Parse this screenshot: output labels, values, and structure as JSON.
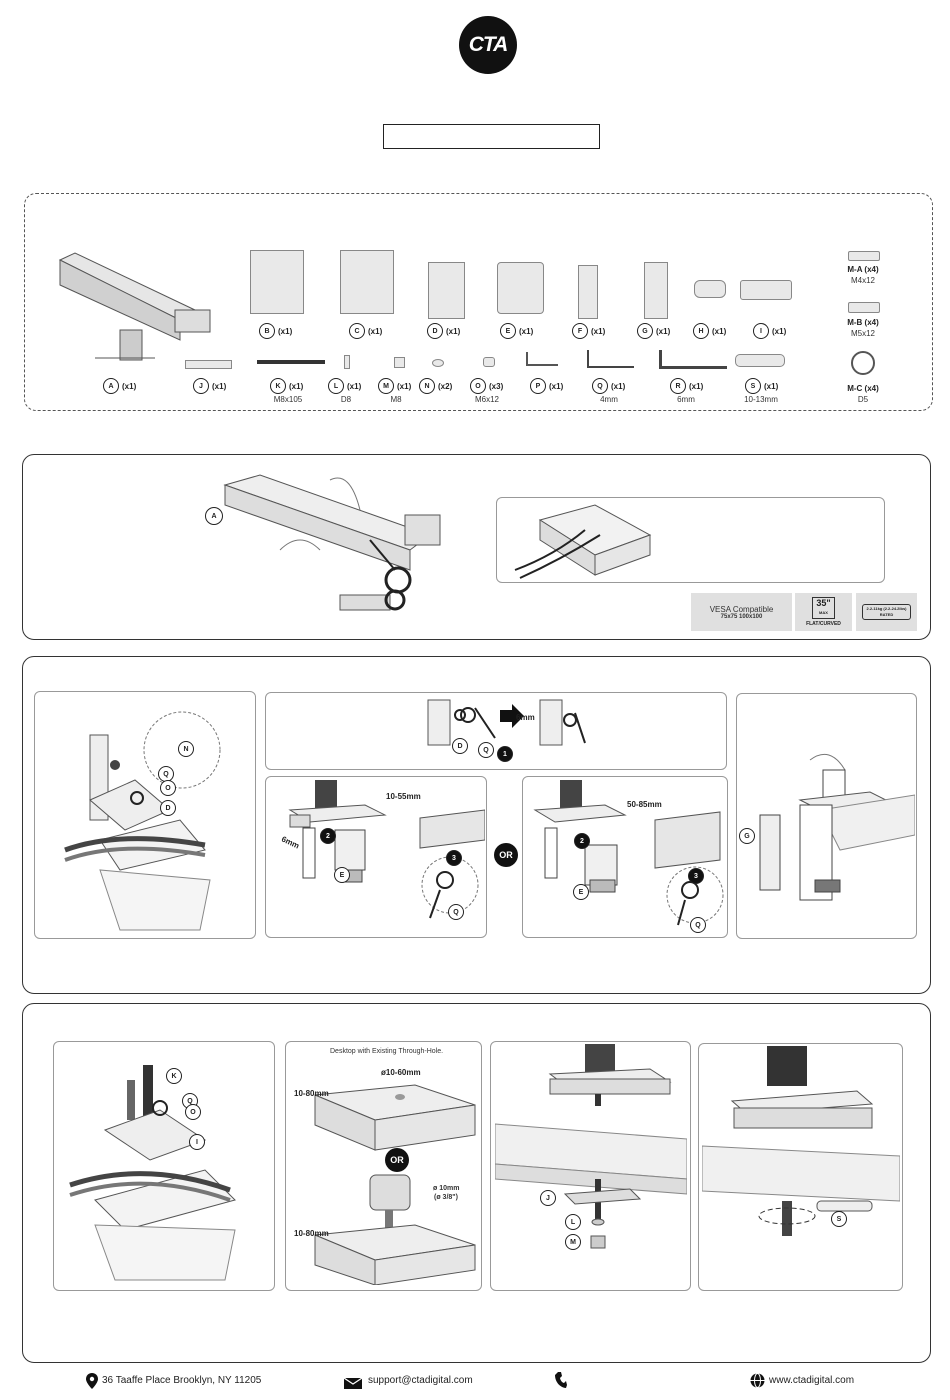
{
  "logo": {
    "text": "CTA"
  },
  "parts": [
    {
      "id": "A",
      "qty": "(x1)",
      "spec": ""
    },
    {
      "id": "B",
      "qty": "(x1)",
      "spec": ""
    },
    {
      "id": "C",
      "qty": "(x1)",
      "spec": ""
    },
    {
      "id": "D",
      "qty": "(x1)",
      "spec": ""
    },
    {
      "id": "E",
      "qty": "(x1)",
      "spec": ""
    },
    {
      "id": "F",
      "qty": "(x1)",
      "spec": ""
    },
    {
      "id": "G",
      "qty": "(x1)",
      "spec": ""
    },
    {
      "id": "H",
      "qty": "(x1)",
      "spec": ""
    },
    {
      "id": "I",
      "qty": "(x1)",
      "spec": ""
    },
    {
      "id": "J",
      "qty": "(x1)",
      "spec": ""
    },
    {
      "id": "K",
      "qty": "(x1)",
      "spec": "M8x105"
    },
    {
      "id": "L",
      "qty": "(x1)",
      "spec": "D8"
    },
    {
      "id": "M",
      "qty": "(x1)",
      "spec": "M8"
    },
    {
      "id": "N",
      "qty": "(x2)",
      "spec": ""
    },
    {
      "id": "O",
      "qty": "(x3)",
      "spec": "M6x12"
    },
    {
      "id": "P",
      "qty": "(x1)",
      "spec": ""
    },
    {
      "id": "Q",
      "qty": "(x1)",
      "spec": "4mm"
    },
    {
      "id": "R",
      "qty": "(x1)",
      "spec": "6mm"
    },
    {
      "id": "S",
      "qty": "(x1)",
      "spec": "10-13mm"
    }
  ],
  "screws": [
    {
      "id": "M-A",
      "qty": "(x4)",
      "spec": "M4x12"
    },
    {
      "id": "M-B",
      "qty": "(x4)",
      "spec": "M5x12"
    },
    {
      "id": "M-C",
      "qty": "(x4)",
      "spec": "D5"
    }
  ],
  "step1": {
    "part_label": "A",
    "spec_vesa": "VESA Compatible",
    "spec_vesa_sizes": "75x75 100x100",
    "spec_size": "35\"",
    "spec_size_max": "MAX",
    "spec_size_type": "FLAT/CURVED",
    "spec_weight": "2.2-11kg (2.2-24.2lbs)",
    "spec_weight_rated": "RATED"
  },
  "step2": {
    "labels": {
      "n": "N",
      "q": "Q",
      "o": "O",
      "d": "D",
      "d2": "D",
      "q2": "Q",
      "g": "G",
      "e": "E",
      "e2": "E",
      "q3": "Q",
      "q4": "Q"
    },
    "dim_6mm_a": "6mm",
    "dim_6mm_b": "6mm",
    "clamp_a_range": "10-55mm",
    "clamp_b_range": "50-85mm",
    "or_text": "OR",
    "step_nums": {
      "one": "1",
      "two_a": "2",
      "three_a": "3",
      "two_b": "2",
      "three_b": "3"
    }
  },
  "step3": {
    "labels": {
      "k": "K",
      "q": "Q",
      "o": "O",
      "i": "I",
      "j": "J",
      "l": "L",
      "m": "M",
      "s": "S"
    },
    "through_hole_title": "Desktop with Existing Through-Hole.",
    "hole_dia": "ø10-60mm",
    "thick_a": "10-80mm",
    "thick_b": "10-80mm",
    "or_text": "OR",
    "drill_size": "ø 10mm",
    "drill_size_in": "(ø 3/8\")"
  },
  "footer": {
    "address": "36 Taaffe Place Brooklyn, NY 11205",
    "email": "support@ctadigital.com",
    "phone": "",
    "website": "www.ctadigital.com"
  }
}
